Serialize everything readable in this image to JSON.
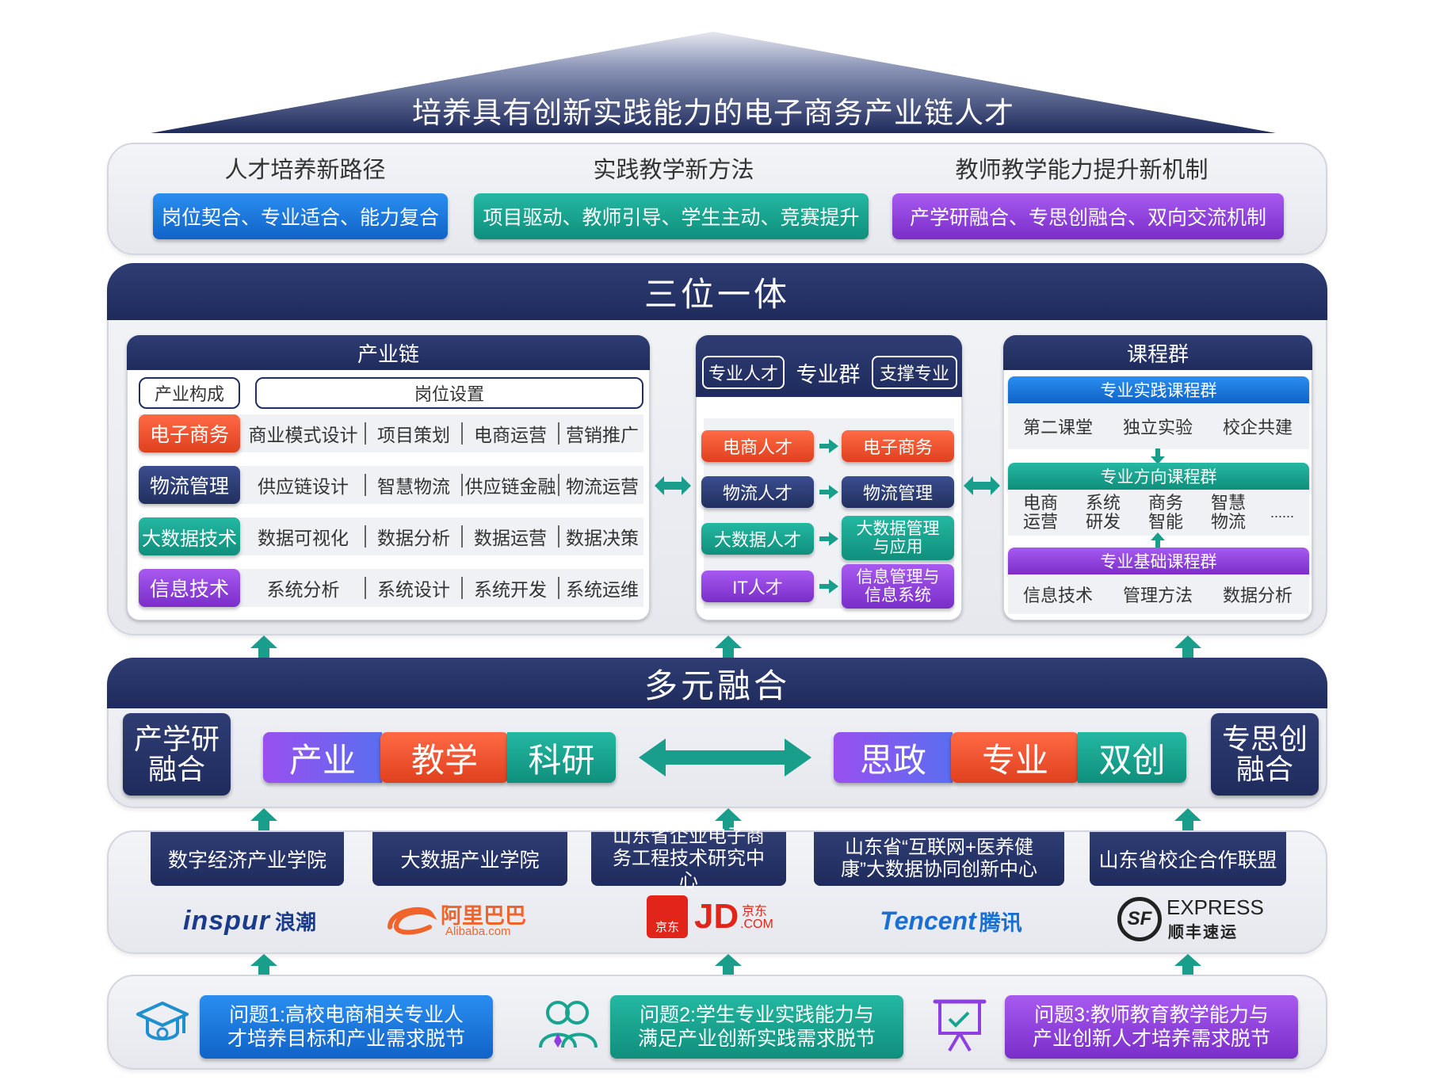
{
  "top": {
    "title": "培养具有创新实践能力的电子商务产业链人才"
  },
  "layer1": {
    "columns": [
      {
        "heading": "人才培养新路径",
        "pill": "岗位契合、专业适合、能力复合",
        "color": "blue"
      },
      {
        "heading": "实践教学新方法",
        "pill": "项目驱动、教师引导、学生主动、竞赛提升",
        "color": "teal"
      },
      {
        "heading": "教师教学能力提升新机制",
        "pill": "产学研融合、专思创融合、双向交流机制",
        "color": "purple"
      }
    ]
  },
  "trinity": {
    "title": "三位一体",
    "industry": {
      "title": "产业链",
      "col_head_left": "产业构成",
      "col_head_right": "岗位设置",
      "rows": [
        {
          "name": "电子商务",
          "jobs": [
            "商业模式设计",
            "项目策划",
            "电商运营",
            "营销推广"
          ]
        },
        {
          "name": "物流管理",
          "jobs": [
            "供应链设计",
            "智慧物流",
            "供应链金融",
            "物流运营"
          ]
        },
        {
          "name": "大数据技术",
          "jobs": [
            "数据可视化",
            "数据分析",
            "数据运营",
            "数据决策"
          ]
        },
        {
          "name": "信息技术",
          "jobs": [
            "系统分析",
            "系统设计",
            "系统开发",
            "系统运维"
          ]
        }
      ]
    },
    "major": {
      "title": "专业群",
      "left_tag": "专业人才",
      "right_tag": "支撑专业",
      "rows": [
        {
          "talent": "电商人才",
          "major": "电子商务"
        },
        {
          "talent": "物流人才",
          "major": "物流管理"
        },
        {
          "talent": "大数据人才",
          "major": "大数据管理与应用"
        },
        {
          "talent": "IT人才",
          "major": "信息管理与信息系统"
        }
      ]
    },
    "course": {
      "title": "课程群",
      "practice": {
        "title": "专业实践课程群",
        "items": [
          "第二课堂",
          "独立实验",
          "校企共建"
        ]
      },
      "direction": {
        "title": "专业方向课程群",
        "items": [
          "电商运营",
          "系统研发",
          "商务智能",
          "智慧物流",
          "......"
        ]
      },
      "basic": {
        "title": "专业基础课程群",
        "items": [
          "信息技术",
          "管理方法",
          "数据分析"
        ]
      }
    }
  },
  "fusion": {
    "title": "多元融合",
    "left_label": "产学研融合",
    "right_label": "专思创融合",
    "left_segments": [
      "产业",
      "教学",
      "科研"
    ],
    "right_segments": [
      "思政",
      "专业",
      "双创"
    ]
  },
  "platforms": {
    "boxes": [
      "数字经济产业学院",
      "大数据产业学院",
      "山东省企业电子商务工程技术研究中心",
      "山东省“互联网+医养健康”大数据协同创新中心",
      "山东省校企合作联盟"
    ],
    "logos": {
      "inspur": {
        "en": "inspur",
        "cn": "浪潮"
      },
      "alibaba": {
        "cn": "阿里巴巴",
        "en": "Alibaba.com"
      },
      "jd": {
        "badge": "京东",
        "en": "JD",
        "cn": "京东",
        "suffix": ".COM"
      },
      "tencent": {
        "en": "Tencent",
        "cn": "腾讯"
      },
      "sf": {
        "badge": "SF",
        "en": "EXPRESS",
        "cn": "顺丰速运"
      }
    }
  },
  "problems": [
    {
      "text": "问题1:高校电商相关专业人才培养目标和产业需求脱节",
      "icon": "graduation-cap-icon"
    },
    {
      "text": "问题2:学生专业实践能力与满足产业创新实践需求脱节",
      "icon": "students-icon"
    },
    {
      "text": "问题3:教师教育教学能力与产业创新人才培养需求脱节",
      "icon": "teaching-board-icon"
    }
  ],
  "colors": {
    "navy": "#22305f",
    "blue": "#1a78e0",
    "teal": "#17a58f",
    "purple": "#8e3fe0",
    "red": "#f0522c",
    "arrow": "#1a9e8c"
  }
}
